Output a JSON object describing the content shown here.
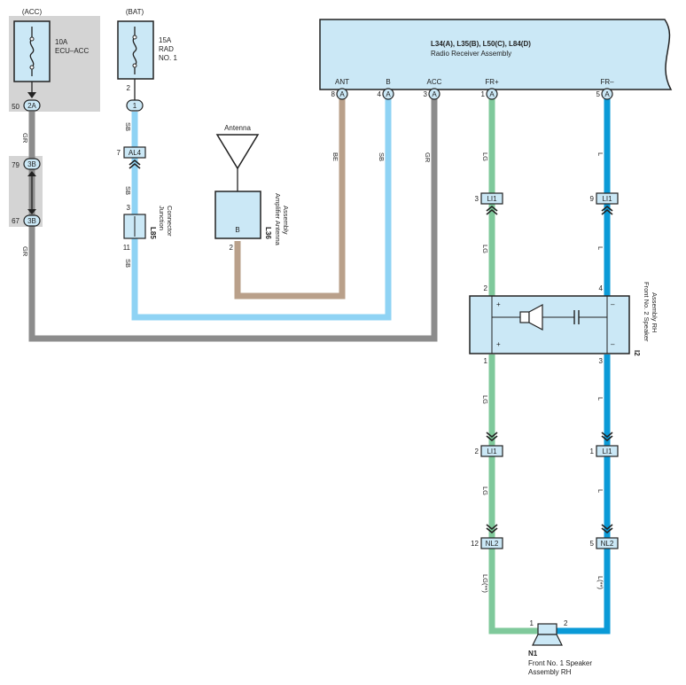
{
  "power": {
    "acc_label": "(ACC)",
    "bat_label": "(BAT)",
    "fuse_acc": {
      "amp": "10A",
      "name": "ECU–ACC"
    },
    "fuse_rad": {
      "amp": "15A",
      "name": "RAD",
      "name2": "NO. 1"
    }
  },
  "radio": {
    "title": "L34(A), L35(B), L50(C), L84(D)",
    "subtitle": "Radio Receiver Assembly",
    "pins": [
      {
        "label": "ANT",
        "num": "8",
        "conn": "A"
      },
      {
        "label": "B",
        "num": "4",
        "conn": "A"
      },
      {
        "label": "ACC",
        "num": "3",
        "conn": "A"
      },
      {
        "label": "FR+",
        "num": "1",
        "conn": "A"
      },
      {
        "label": "FR–",
        "num": "5",
        "conn": "A"
      }
    ]
  },
  "junctions": {
    "acc_top": {
      "num": "50",
      "conn": "2A"
    },
    "acc_mid": {
      "num": "79",
      "conn": "3B"
    },
    "acc_bot": {
      "num": "67",
      "conn": "3B"
    },
    "bat_pin": {
      "num": "2",
      "conn": "1"
    }
  },
  "connectors": {
    "al4": {
      "num": "7",
      "conn": "AL4"
    },
    "li1_a": {
      "num": "3",
      "conn": "LI1"
    },
    "li1_b": {
      "num": "9",
      "conn": "LI1"
    },
    "li1_c": {
      "num": "2",
      "conn": "LI1"
    },
    "li1_d": {
      "num": "1",
      "conn": "LI1"
    },
    "nl2_a": {
      "num": "12",
      "conn": "NL2"
    },
    "nl2_b": {
      "num": "5",
      "conn": "NL2"
    }
  },
  "junction_connector": {
    "id": "L85",
    "name1": "Junction",
    "name2": "Connector",
    "pin_top": "3",
    "pin_bot": "11"
  },
  "antenna": {
    "label": "Antenna",
    "id": "L36",
    "name1": "Amplifier Antenna",
    "name2": "Assembly",
    "pin_in": "B",
    "pin_out": "2"
  },
  "speaker_rh2": {
    "id": "I2",
    "name1": "Front No. 2 Speaker",
    "name2": "Assembly RH",
    "pins": [
      "2",
      "4",
      "1",
      "3"
    ]
  },
  "speaker_rh1": {
    "id": "N1",
    "name1": "Front No. 1 Speaker",
    "name2": "Assembly RH",
    "pins": [
      "1",
      "2"
    ]
  },
  "wires": {
    "gr": "GR",
    "sb": "SB",
    "be": "BE",
    "lg": "LG",
    "l": "L",
    "lg_star": "LG(**)",
    "l_star": "L(**)"
  },
  "colors": {
    "gray": "#8c8c8c",
    "sky": "#8fd3f4",
    "tan": "#b9a08a",
    "green": "#7fc99b",
    "blue": "#0a9ad7",
    "box": "#cbe8f6",
    "shade": "#d4d4d4"
  }
}
